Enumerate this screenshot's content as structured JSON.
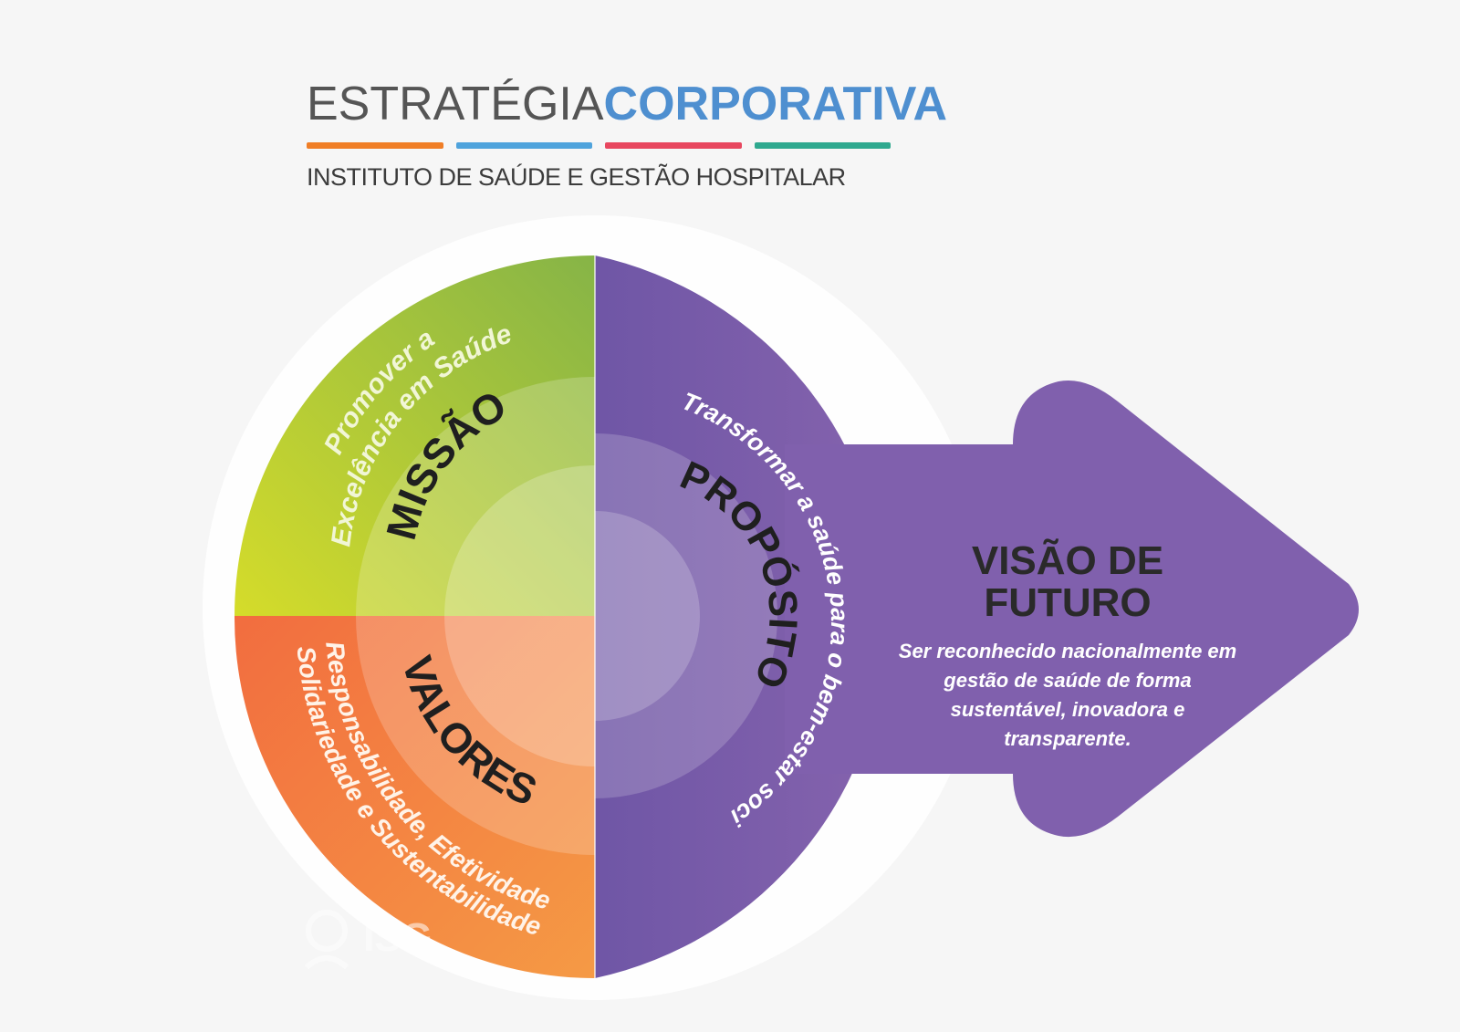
{
  "header": {
    "title_light": "ESTRATÉGIA",
    "title_bold": "CORPORATIVA",
    "subtitle": "INSTITUTO DE SAÚDE E GESTÃO HOSPITALAR",
    "rule_colors": [
      "#f07e26",
      "#4fa3dc",
      "#e8475f",
      "#2fa98f"
    ]
  },
  "quadrants": {
    "missao": {
      "label": "MISSÃO",
      "text": "Promover a Excelência em Saúde",
      "line1": "Promover a",
      "line2": "Excelência em Saúde",
      "color": "#9cc13a"
    },
    "valores": {
      "label": "VALORES",
      "text": "Responsabilidade, Efetividade Solidariedade e Sustentabilidade",
      "line1": "Responsabilidade, Efetividade",
      "line2": "Solidariedade e Sustentabilidade",
      "color": "#f08a4b"
    },
    "proposito": {
      "label": "PROPÓSITO",
      "text": "Transformar a saúde para o bem-estar social",
      "color": "#7a5ba8"
    }
  },
  "visao": {
    "title_line1": "VISÃO DE",
    "title_line2": "FUTURO",
    "body": "Ser reconhecido nacionalmente em gestão de saúde de forma sustentável, inovadora e transparente."
  },
  "watermark": {
    "text": "ISG"
  }
}
